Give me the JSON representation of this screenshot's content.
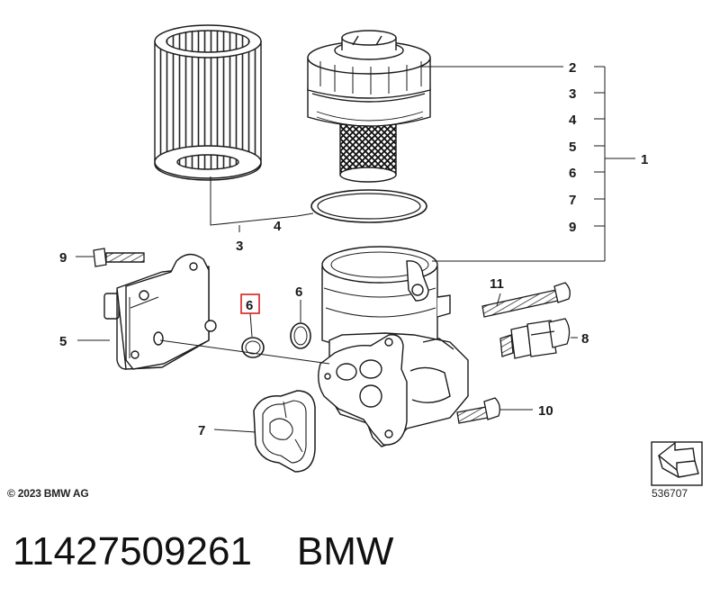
{
  "callouts": {
    "c2": "2",
    "c3_right": "3",
    "c4_right": "4",
    "c5_right": "5",
    "c6_right": "6",
    "c7_right": "7",
    "c9_right": "9",
    "c1": "1",
    "c4_bottom": "4",
    "c3_bottom": "3",
    "c9_left": "9",
    "c6_highlight": "6",
    "c6_oring": "6",
    "c11": "11",
    "c5_left": "5",
    "c8": "8",
    "c7_left": "7",
    "c10": "10"
  },
  "copyright": "© 2023 BMW AG",
  "image_number": "536707",
  "caption": {
    "part_number": "11427509261",
    "brand": "BMW"
  },
  "colors": {
    "highlight": "#d62020",
    "line": "#1a1a1a"
  },
  "icons": [
    "arrow-symbol-icon"
  ]
}
